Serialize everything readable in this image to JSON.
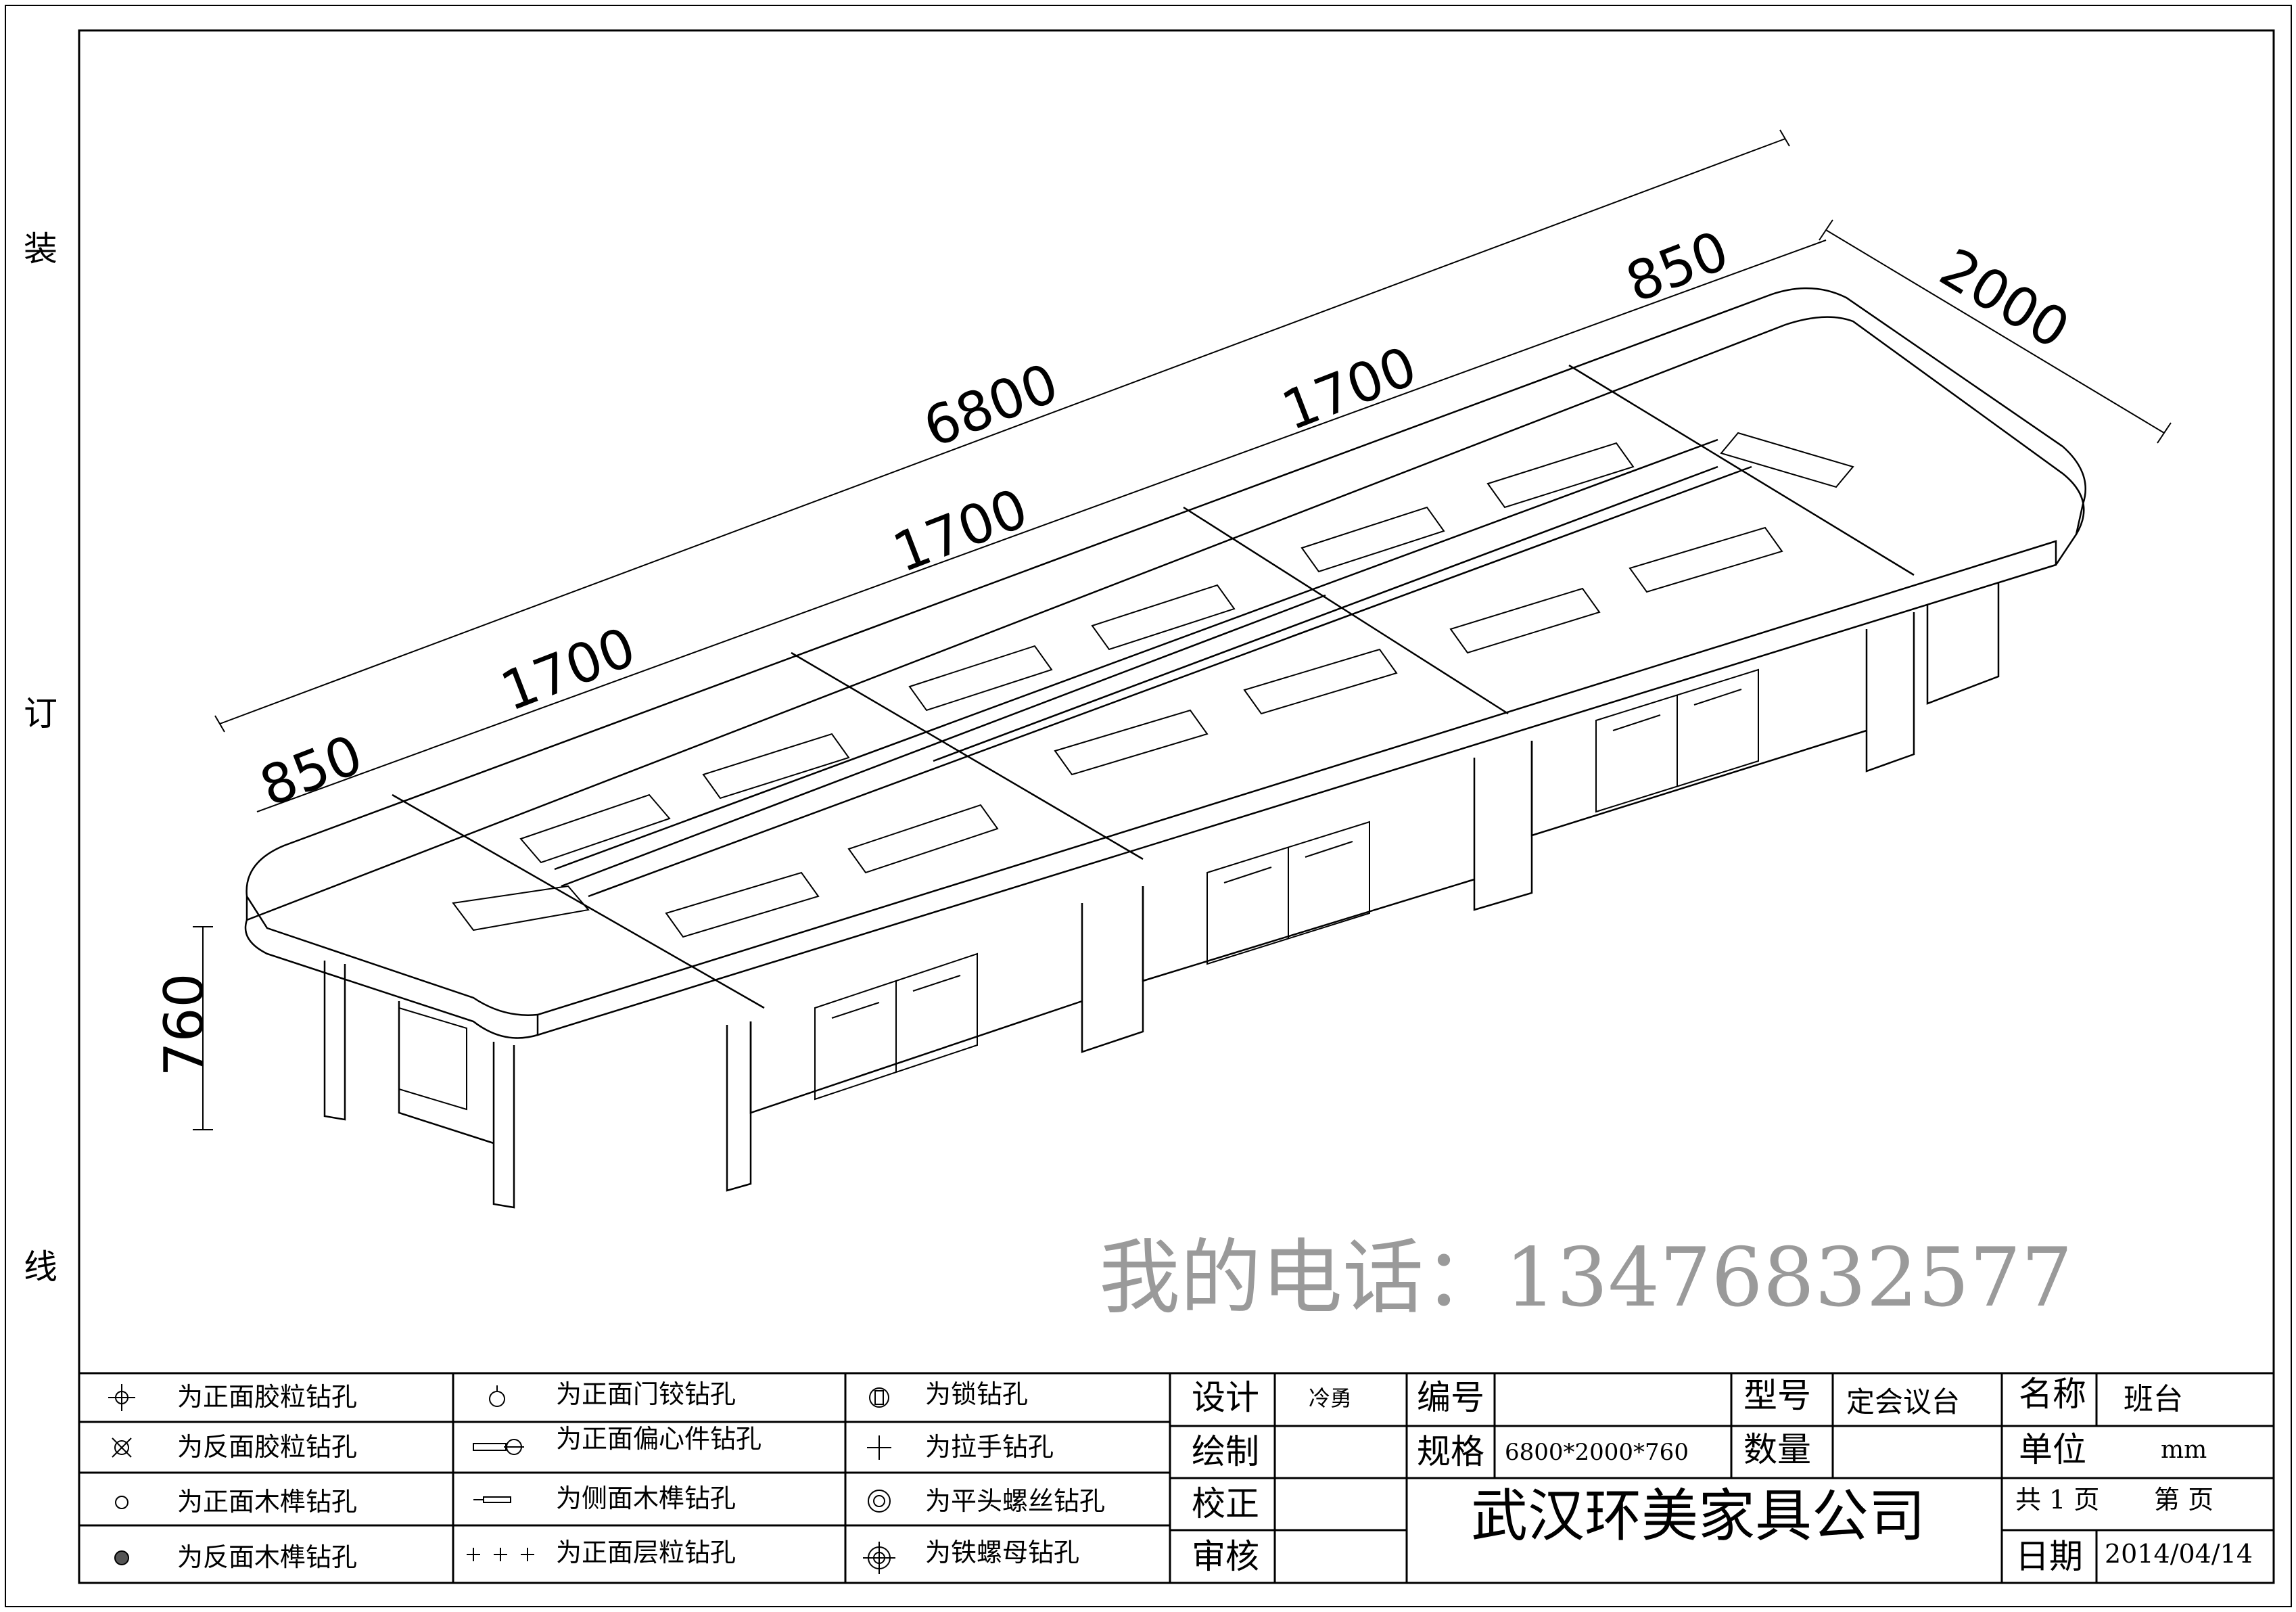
{
  "binding_margin": [
    "装",
    "订",
    "线"
  ],
  "dimensions": {
    "overall_length": "6800",
    "depth": "2000",
    "height": "760",
    "end_left": "850",
    "end_right": "850",
    "module_1": "1700",
    "module_2": "1700",
    "module_3": "1700"
  },
  "watermark": "我的电话：13476832577",
  "legend": {
    "col1": [
      "为正面胶粒钻孔",
      "为反面胶粒钻孔",
      "为正面木榫钻孔",
      "为反面木榫钻孔"
    ],
    "col2": [
      "为正面门铰钻孔",
      "为正面偏心件钻孔",
      "为侧面木榫钻孔",
      "为正面层粒钻孔"
    ],
    "col3": [
      "为锁钻孔",
      "为拉手钻孔",
      "为平头螺丝钻孔",
      "为铁螺母钻孔"
    ]
  },
  "title_block": {
    "design_label": "设计",
    "design_value": "冷勇",
    "draw_label": "绘制",
    "check_label": "校正",
    "review_label": "审核",
    "code_label": "编号",
    "spec_label": "规格",
    "spec_value": "6800*2000*760",
    "type_label": "型号",
    "type_value": "定会议台",
    "qty_label": "数量",
    "name_label": "名称",
    "name_value": "班台",
    "unit_label": "单位",
    "unit_value": "mm",
    "pages_total": "共 1 页",
    "page_no": "第    页",
    "company": "武汉环美家具公司",
    "date_label": "日期",
    "date_value": "2014/04/14"
  }
}
